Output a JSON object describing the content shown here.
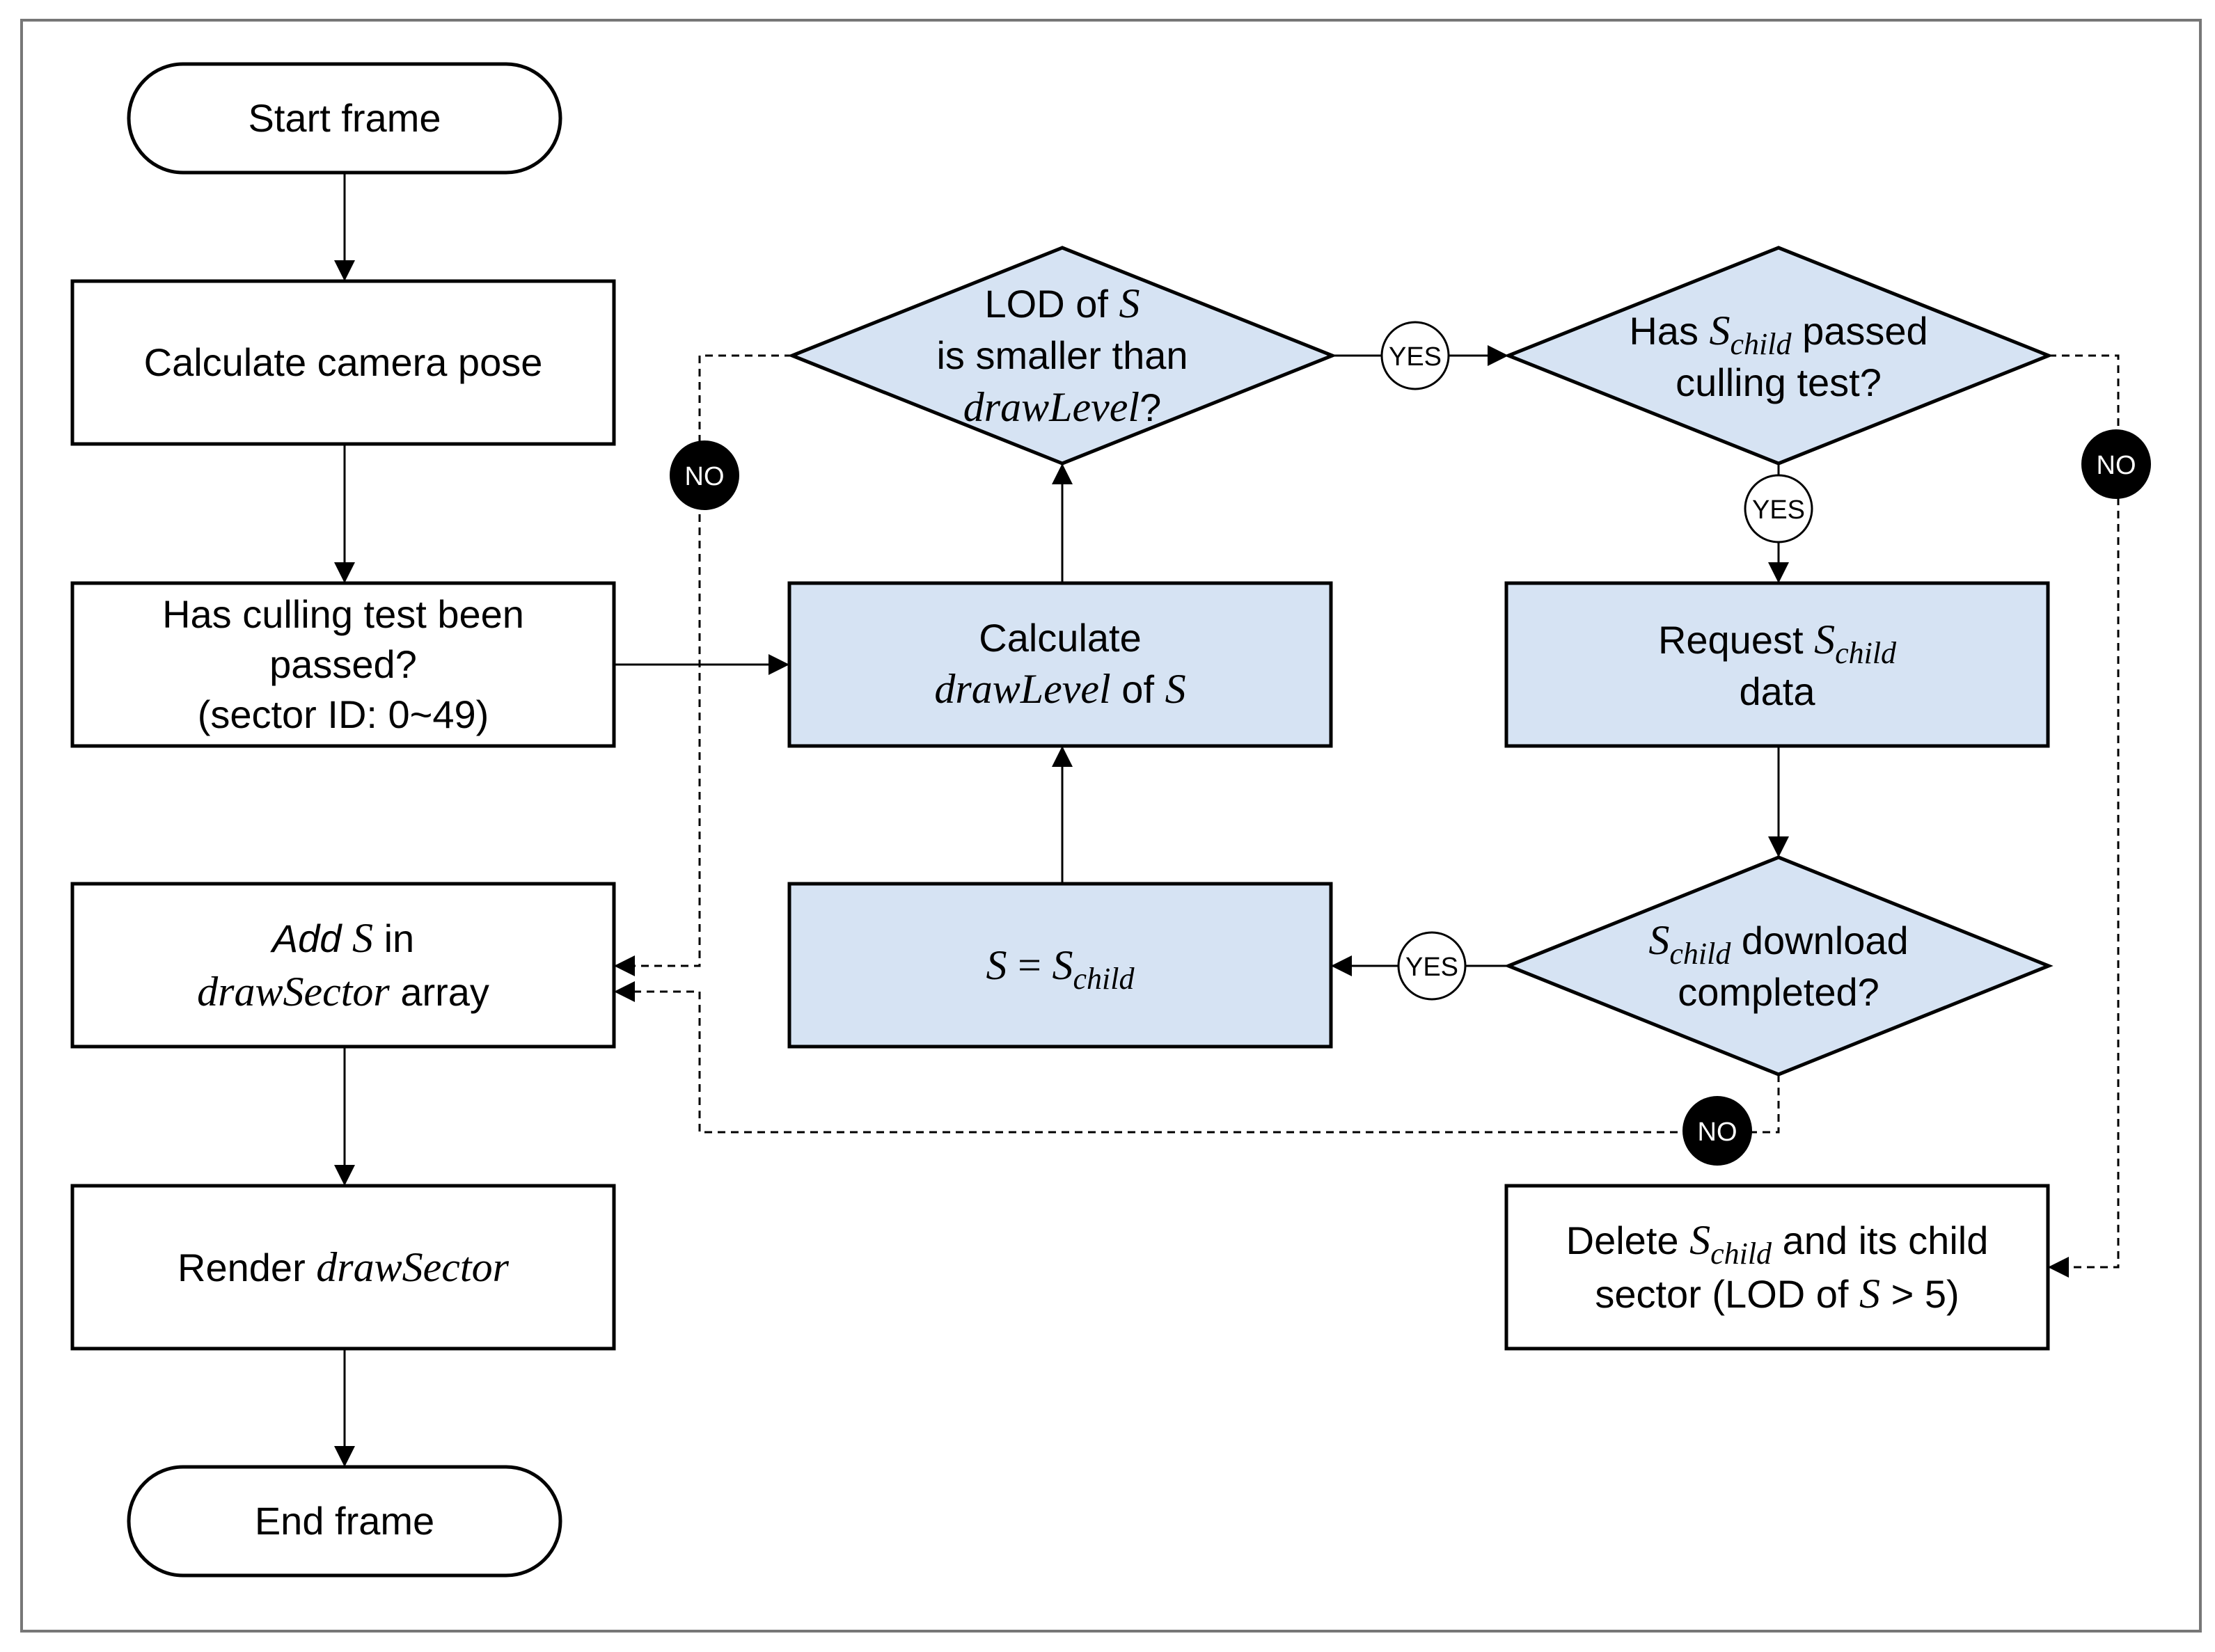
{
  "nodes": {
    "start": "Start frame",
    "camera": "Calculate camera pose",
    "culling_q": [
      "Has culling test been",
      "passed?",
      "(sector ID: 0~49)"
    ],
    "add_s": {
      "a": "Add",
      "s": "S",
      "b": "in",
      "arr_var": "drawSector",
      "arr": "array"
    },
    "render": {
      "a": "Render",
      "var": "drawSector"
    },
    "end": "End frame",
    "calc": {
      "a": "Calculate",
      "var": "drawLevel",
      "b": "of",
      "s": "S"
    },
    "lod_q": {
      "l1a": "LOD of",
      "l1s": "S",
      "l2": "is smaller than",
      "var": "drawLevel",
      "q": "?"
    },
    "assign": {
      "lhs": "S",
      "eq": "=",
      "rhs": "S",
      "sub": "child"
    },
    "child_culled_q": {
      "a": "Has",
      "s": "S",
      "sub": "child",
      "b": "passed",
      "l2": "culling test?"
    },
    "request": {
      "a": "Request",
      "s": "S",
      "sub": "child",
      "l2": "data"
    },
    "download_q": {
      "s": "S",
      "sub": "child",
      "b": "download",
      "l2": "completed?"
    },
    "delete": {
      "a": "Delete",
      "s": "S",
      "sub": "child",
      "b": "and its child",
      "l2a": "sector (LOD of",
      "l2s": "S",
      "l2b": "> 5)"
    }
  },
  "badges": {
    "yes": "YES",
    "no": "NO"
  },
  "colors": {
    "decision_fill": "#d6e3f3",
    "process_fill": "#d6e3f3",
    "stroke": "#000000",
    "frame": "#777777"
  }
}
